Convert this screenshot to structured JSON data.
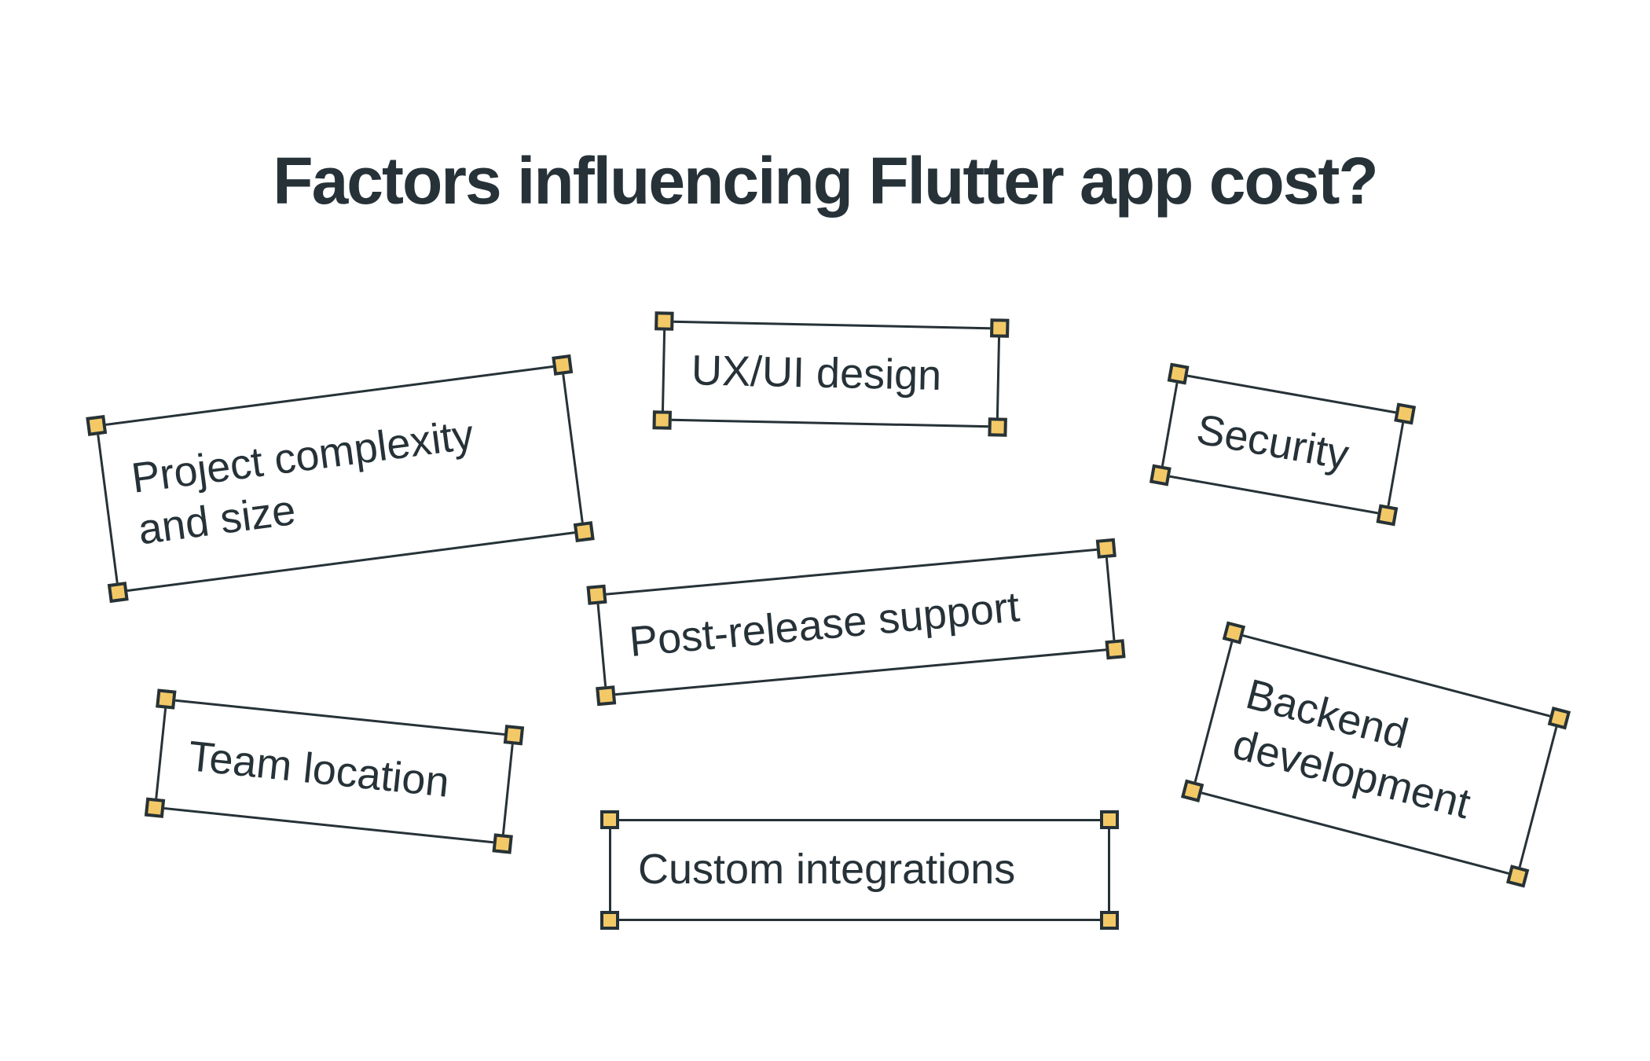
{
  "title": "Factors influencing Flutter app cost?",
  "colors": {
    "ink": "#263238",
    "handle_fill": "#f3c967",
    "background": "#ffffff"
  },
  "factors": [
    {
      "label": "Project complexity and size"
    },
    {
      "label": "UX/UI design"
    },
    {
      "label": "Security"
    },
    {
      "label": "Post-release support"
    },
    {
      "label": "Team location"
    },
    {
      "label": "Custom integrations"
    },
    {
      "label": "Backend development"
    }
  ]
}
